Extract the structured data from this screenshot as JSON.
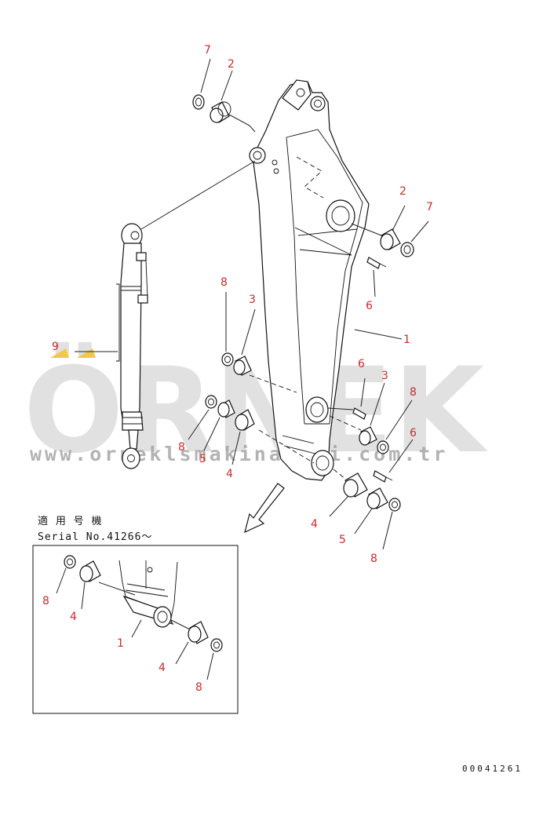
{
  "watermark": {
    "brand": "ÖRNEK",
    "url": "www.orneklsmakinalari.com.tr",
    "accent_color": "#f2c84b"
  },
  "serial_note": {
    "line1": "適 用 号 機",
    "line2": "Serial No.41266～"
  },
  "document_number": "00041261",
  "main_callouts": [
    {
      "id": "c7a",
      "label": "7"
    },
    {
      "id": "c2a",
      "label": "2"
    },
    {
      "id": "c2b",
      "label": "2"
    },
    {
      "id": "c7b",
      "label": "7"
    },
    {
      "id": "c6a",
      "label": "6"
    },
    {
      "id": "c8a",
      "label": "8"
    },
    {
      "id": "c3a",
      "label": "3"
    },
    {
      "id": "c1a",
      "label": "1"
    },
    {
      "id": "c9a",
      "label": "9"
    },
    {
      "id": "c6b",
      "label": "6"
    },
    {
      "id": "c3b",
      "label": "3"
    },
    {
      "id": "c8b",
      "label": "8"
    },
    {
      "id": "c6c",
      "label": "6"
    },
    {
      "id": "c8c",
      "label": "8"
    },
    {
      "id": "c5a",
      "label": "5"
    },
    {
      "id": "c4a",
      "label": "4"
    },
    {
      "id": "c4b",
      "label": "4"
    },
    {
      "id": "c5b",
      "label": "5"
    },
    {
      "id": "c8d",
      "label": "8"
    }
  ],
  "inset_callouts": [
    {
      "id": "i8a",
      "label": "8"
    },
    {
      "id": "i4a",
      "label": "4"
    },
    {
      "id": "i1a",
      "label": "1"
    },
    {
      "id": "i4b",
      "label": "4"
    },
    {
      "id": "i8b",
      "label": "8"
    }
  ],
  "colors": {
    "callout": "#cc2a2a",
    "line": "#111111"
  }
}
